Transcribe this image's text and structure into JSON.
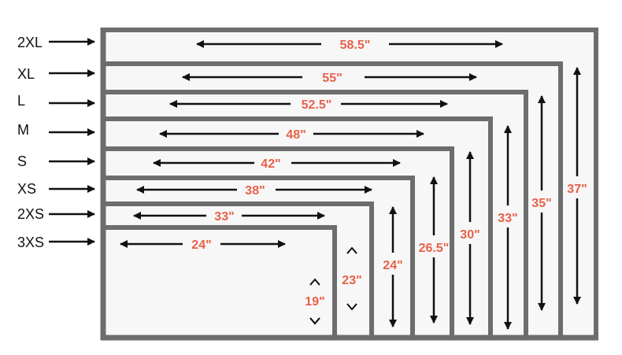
{
  "colors": {
    "frame": "#6d6d6d",
    "fill": "#f7f7f7",
    "label": "#e8604a",
    "arrow": "#111111"
  },
  "sizes": [
    {
      "id": "3xs",
      "name": "3XS",
      "width": "24\"",
      "height": "19\""
    },
    {
      "id": "2xs",
      "name": "2XS",
      "width": "33\"",
      "height": "23\""
    },
    {
      "id": "xs",
      "name": "XS",
      "width": "38\"",
      "height": "24\""
    },
    {
      "id": "s",
      "name": "S",
      "width": "42\"",
      "height": "26.5\""
    },
    {
      "id": "m",
      "name": "M",
      "width": "48\"",
      "height": "30\""
    },
    {
      "id": "l",
      "name": "L",
      "width": "52.5\"",
      "height": "33\""
    },
    {
      "id": "xl",
      "name": "XL",
      "width": "55\"",
      "height": "35\""
    },
    {
      "id": "2xl",
      "name": "2XL",
      "width": "58.5\"",
      "height": "37\""
    }
  ]
}
